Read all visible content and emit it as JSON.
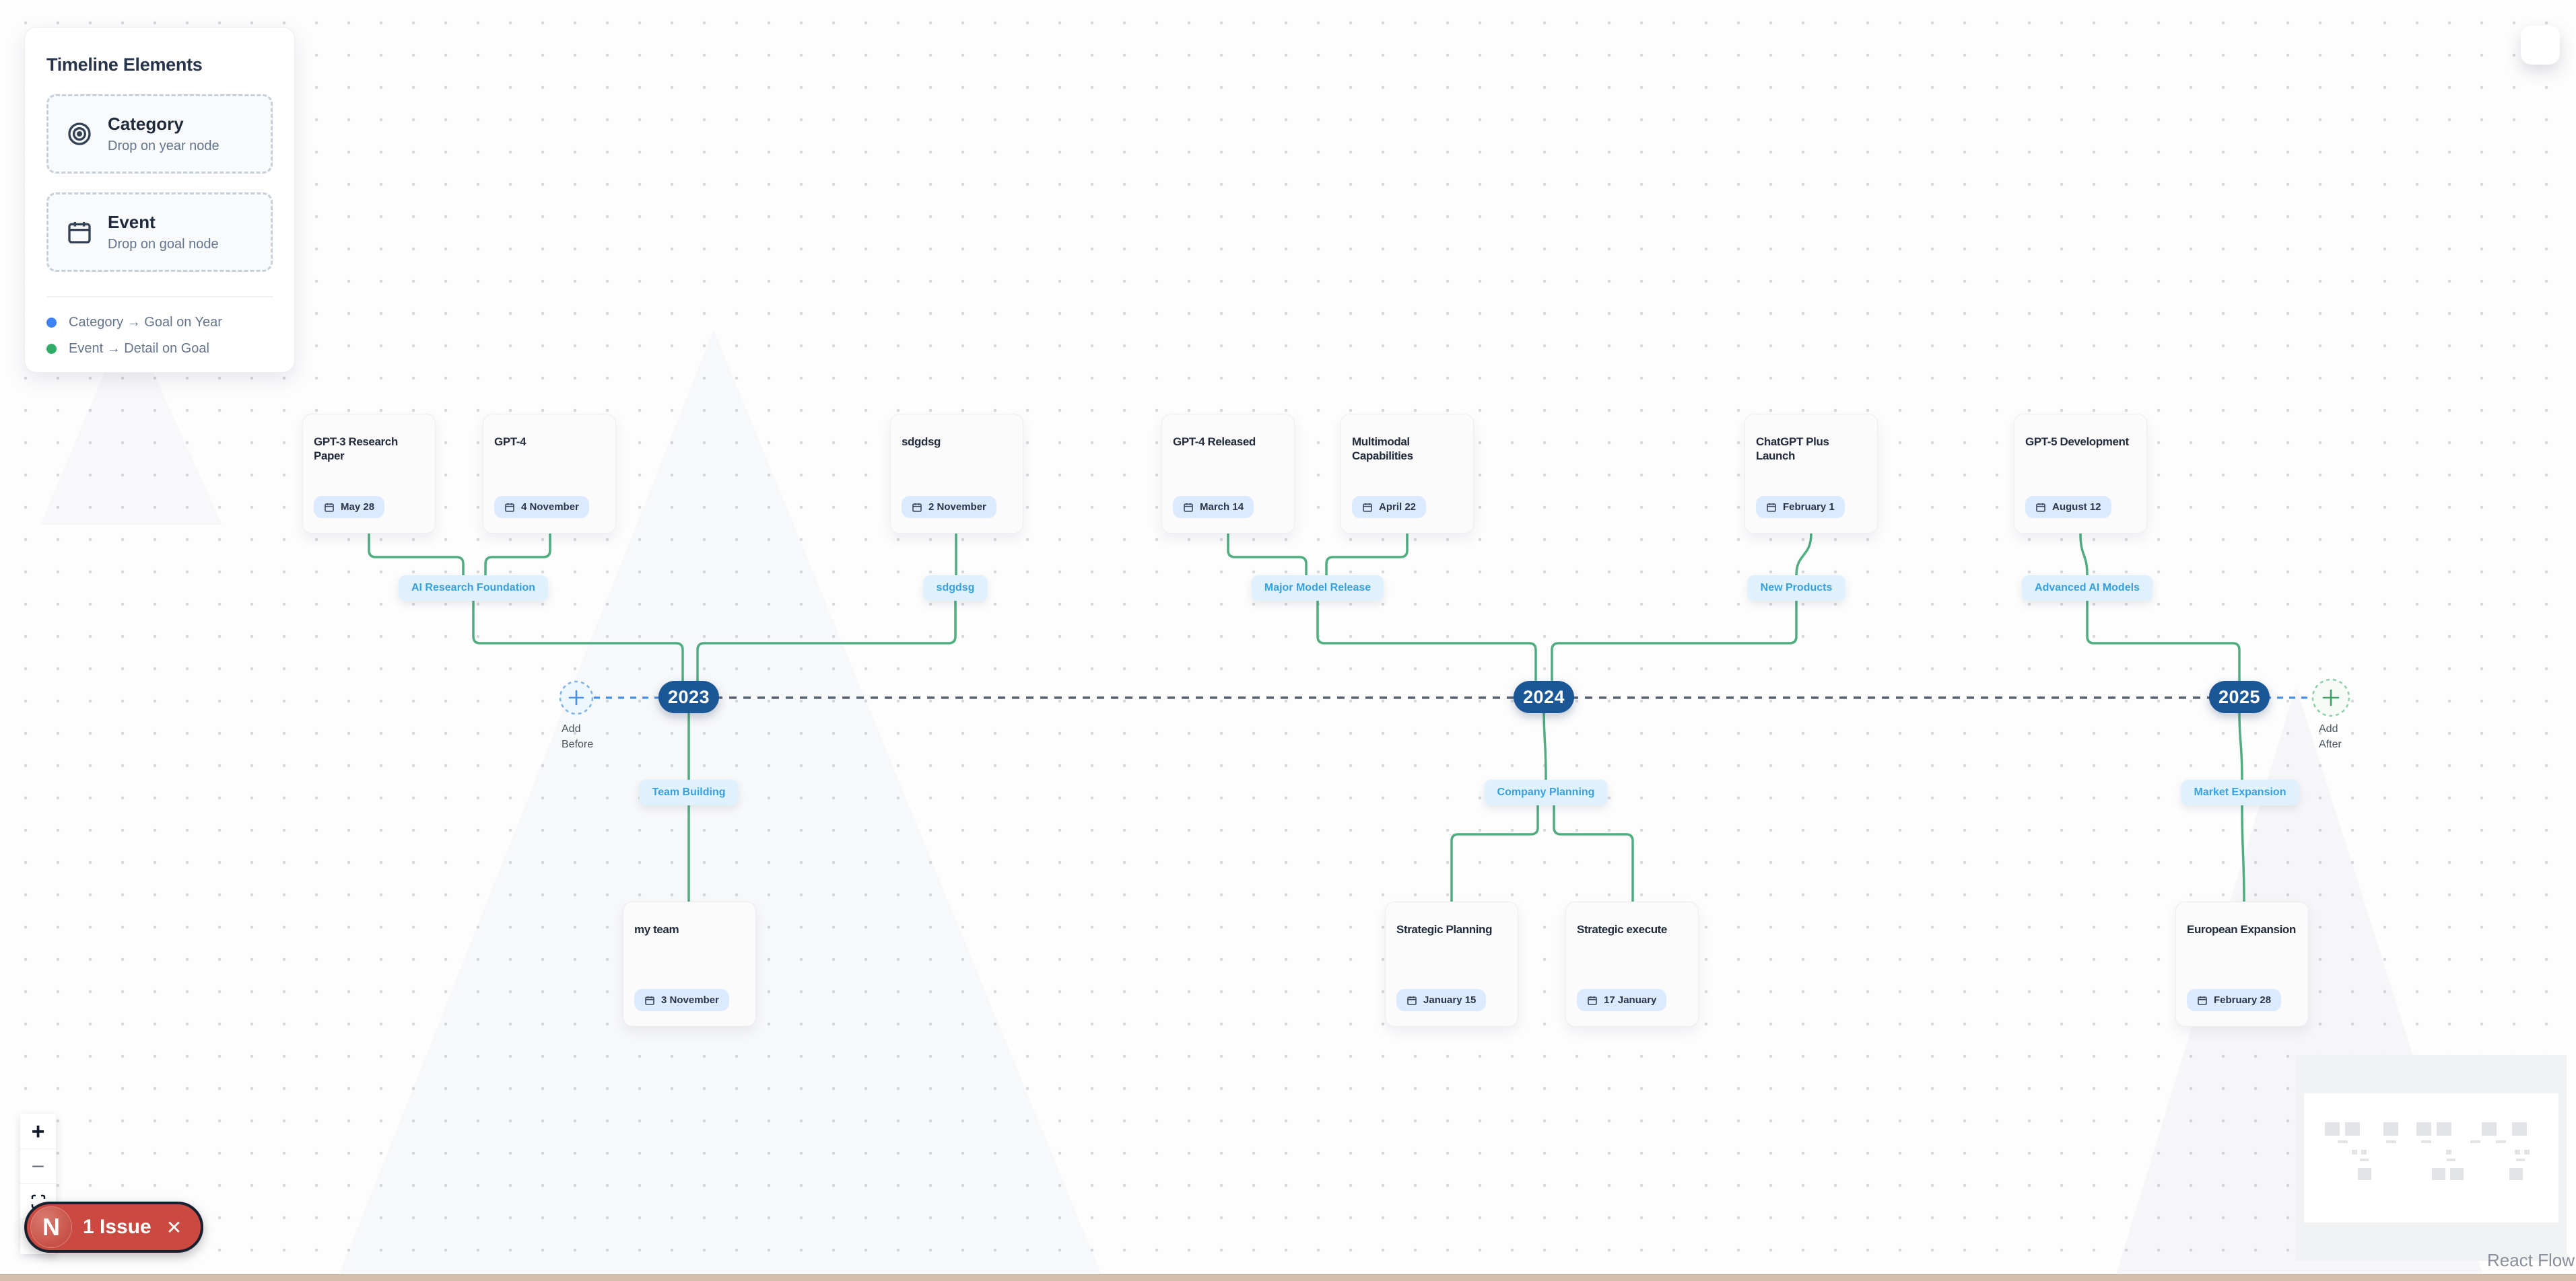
{
  "colors": {
    "edge_green": "#4fad80",
    "edge_blue": "#4a90e2",
    "edge_gray": "#596273",
    "year_bg": "#1b5796",
    "pill_bg": "#def1fd",
    "pill_text": "#38a0dc",
    "date_badge_bg": "#dbeafe",
    "issue_badge_bg": "#ca4a42",
    "legend_blue": "#3f83f8",
    "legend_green": "#2fac66"
  },
  "panel": {
    "title": "Timeline Elements",
    "items": [
      {
        "icon": "target-icon",
        "title": "Category",
        "subtitle": "Drop on year node"
      },
      {
        "icon": "calendar-icon",
        "title": "Event",
        "subtitle": "Drop on goal node"
      }
    ],
    "legend": [
      {
        "label": "Category → Goal on Year"
      },
      {
        "label": "Event → Detail on Goal"
      }
    ]
  },
  "years": [
    {
      "label": "2023"
    },
    {
      "label": "2024"
    },
    {
      "label": "2025"
    }
  ],
  "add_before": {
    "plus": "+",
    "line1": "Add",
    "line2": "Before"
  },
  "add_after": {
    "plus": "+",
    "line1": "Add",
    "line2": "After"
  },
  "events": [
    {
      "title": "GPT-3 Research Paper",
      "date": "May 28"
    },
    {
      "title": "GPT-4",
      "date": "4 November"
    },
    {
      "title": "sdgdsg",
      "date": "2 November"
    },
    {
      "title": "GPT-4 Released",
      "date": "March 14"
    },
    {
      "title": "Multimodal Capabilities",
      "date": "April 22"
    },
    {
      "title": "ChatGPT Plus Launch",
      "date": "February 1"
    },
    {
      "title": "GPT-5 Development",
      "date": "August 12"
    }
  ],
  "top_categories": [
    {
      "label": "AI Research Foundation"
    },
    {
      "label": "sdgdsg"
    },
    {
      "label": "Major Model Release"
    },
    {
      "label": "New Products"
    },
    {
      "label": "Advanced AI Models"
    }
  ],
  "bottom_categories": [
    {
      "label": "Team Building"
    },
    {
      "label": "Company Planning"
    },
    {
      "label": "Market Expansion"
    }
  ],
  "goals": [
    {
      "title": "my team",
      "date": "3 November"
    },
    {
      "title": "Strategic Planning",
      "date": "January 15"
    },
    {
      "title": "Strategic execute",
      "date": "17 January"
    },
    {
      "title": "European Expansion",
      "date": "February 28"
    }
  ],
  "controls": {
    "zoom_in": "+",
    "zoom_out": "−"
  },
  "issue_badge": {
    "logo": "N",
    "label": "1 Issue",
    "close": "✕"
  },
  "attribution": "React Flow"
}
